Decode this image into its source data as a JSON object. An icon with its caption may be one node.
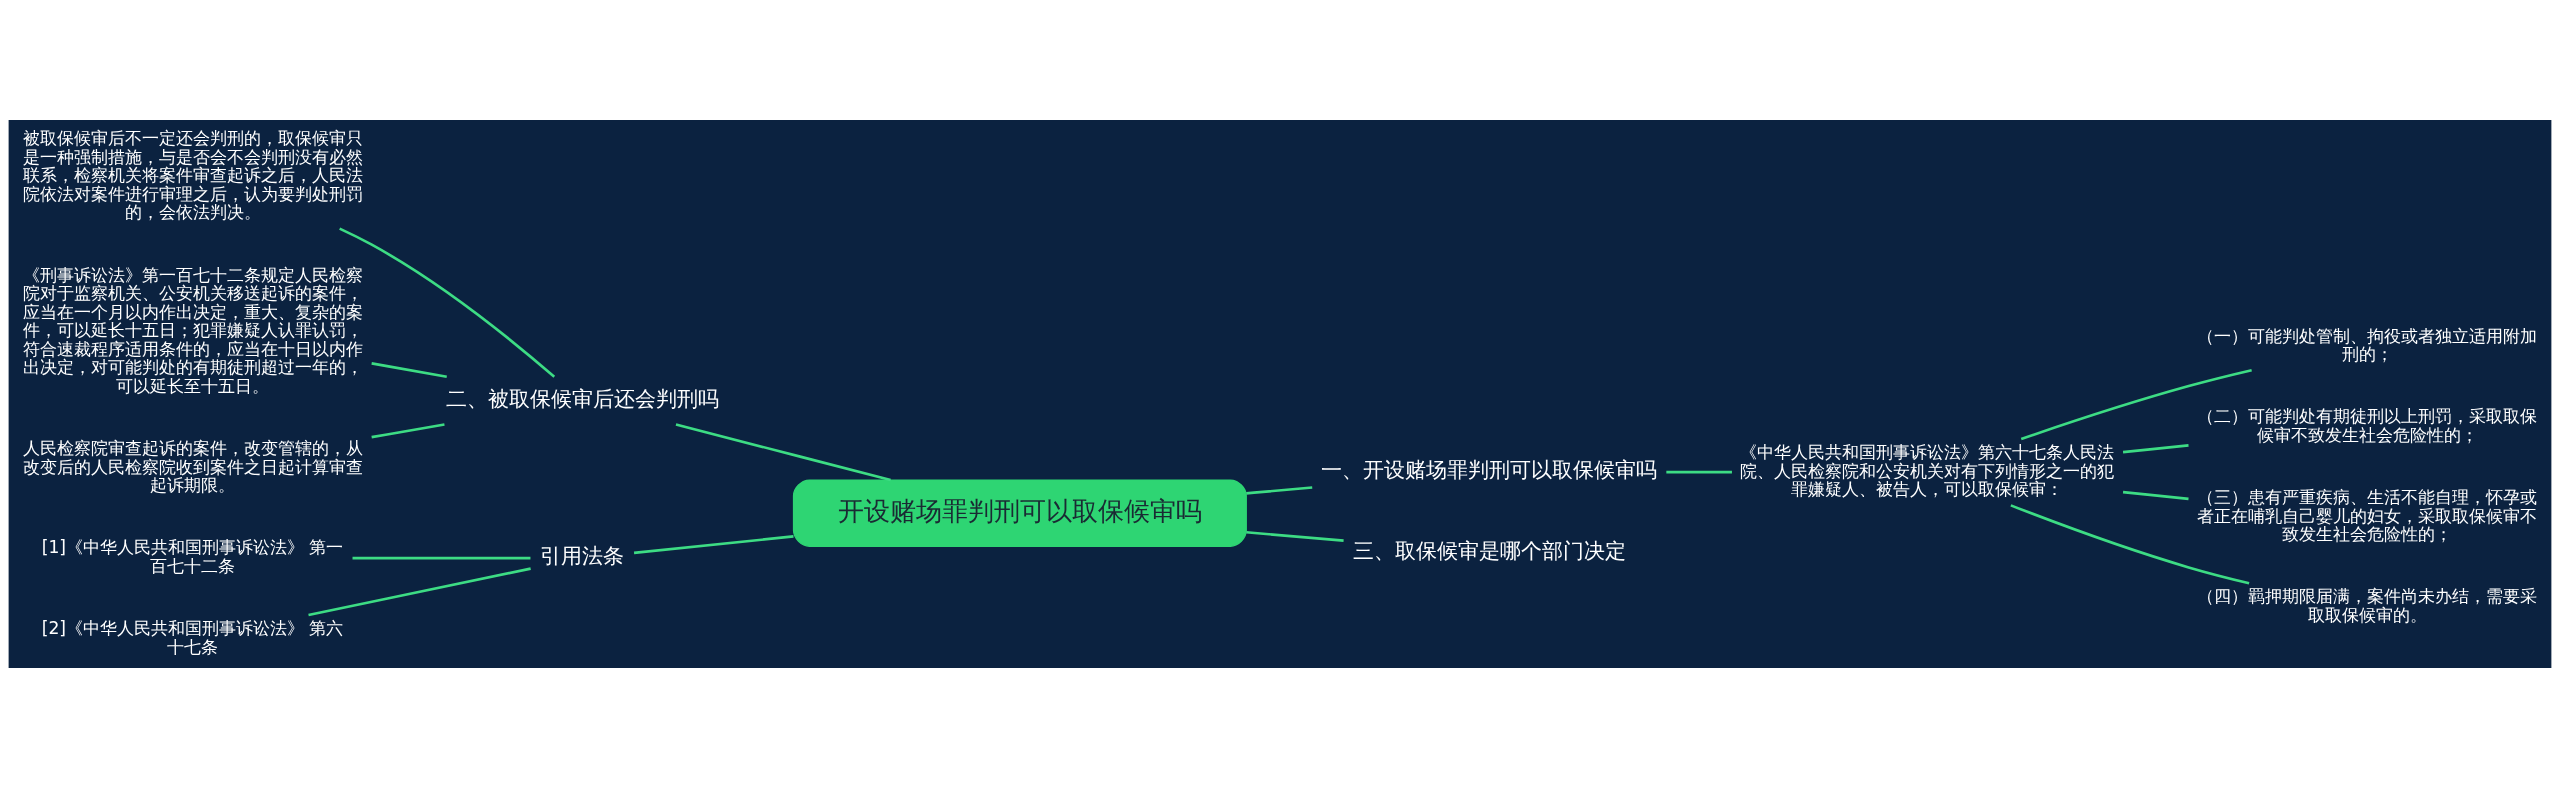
{
  "diagram": {
    "nodes": [
      {
        "text": [
          "开设赌场罪判刑可以取保候审吗"
        ]
      },
      {
        "text": [
          "一、开设赌场罪判刑可以取保候审吗"
        ]
      },
      {
        "text": [
          "《中华人民共和国刑事诉讼法》第六十七条人民法院、人民检察院和公安机关对有下列情形之一的犯罪嫌疑人、被告人，可以取保候审："
        ]
      },
      {
        "text": [
          "（一）可能判处管制、拘役或者独立适用附加刑的；"
        ]
      },
      {
        "text": [
          "（二）可能判处有期徒刑以上刑罚，采取取保候审不致发生社会危险性的；"
        ]
      },
      {
        "text": [
          "（三）患有严重疾病、生活不能自理，怀孕或者正在哺乳自己婴儿的妇女，采取取保候审不致发生社会危险性的；"
        ]
      },
      {
        "text": [
          "（四）羁押期限届满，案件尚未办结，需要采取取保候审的。"
        ]
      },
      {
        "text": [
          "二、被取保候审后还会判刑吗"
        ]
      },
      {
        "text": [
          "被取保候审后不一定还会判刑的，取保候审只是一种强制措施，与是否会不会判刑没有必然联系，检察机关将案件审查起诉之后，人民法院依法对案件进行审理之后，认为要判处刑罚的，会依法判决。"
        ]
      },
      {
        "text": [
          "《刑事诉讼法》第一百七十二条规定人民检察院对于监察机关、公安机关移送起诉的案件，应当在一个月以内作出决定，重大、复杂的案件，可以延长十五日；犯罪嫌疑人认罪认罚，符合速裁程序适用条件的，应当在十日以内作出决定，对可能判处的有期徒刑超过一年的，可以延长至十五日。"
        ]
      },
      {
        "text": [
          "人民检察院审查起诉的案件，改变管辖的，从改变后的人民检察院收到案件之日起计算审查起诉期限。"
        ]
      },
      {
        "text": [
          "三、取保候审是哪个部门决定"
        ]
      },
      {
        "text": [
          "引用法条"
        ]
      },
      {
        "text": [
          "[1]《中华人民共和国刑事诉讼法》 第一百七十二条"
        ]
      },
      {
        "text": [
          "[2]《中华人民共和国刑事诉讼法》 第六十七条"
        ]
      }
    ],
    "edges": [
      {
        "from": 0,
        "to": 1,
        "arrow": "none"
      },
      {
        "from": 1,
        "to": 2,
        "arrow": "none"
      },
      {
        "from": 2,
        "to": 3,
        "arrow": "none"
      },
      {
        "from": 2,
        "to": 4,
        "arrow": "none"
      },
      {
        "from": 2,
        "to": 5,
        "arrow": "none"
      },
      {
        "from": 2,
        "to": 6,
        "arrow": "none"
      },
      {
        "from": 0,
        "to": 7,
        "arrow": "none"
      },
      {
        "from": 7,
        "to": 8,
        "arrow": "none"
      },
      {
        "from": 7,
        "to": 9,
        "arrow": "none"
      },
      {
        "from": 7,
        "to": 10,
        "arrow": "none"
      },
      {
        "from": 0,
        "to": 11,
        "arrow": "none"
      },
      {
        "from": 0,
        "to": 12,
        "arrow": "none"
      },
      {
        "from": 12,
        "to": 13,
        "arrow": "none"
      },
      {
        "from": 12,
        "to": 14,
        "arrow": "none"
      }
    ]
  }
}
